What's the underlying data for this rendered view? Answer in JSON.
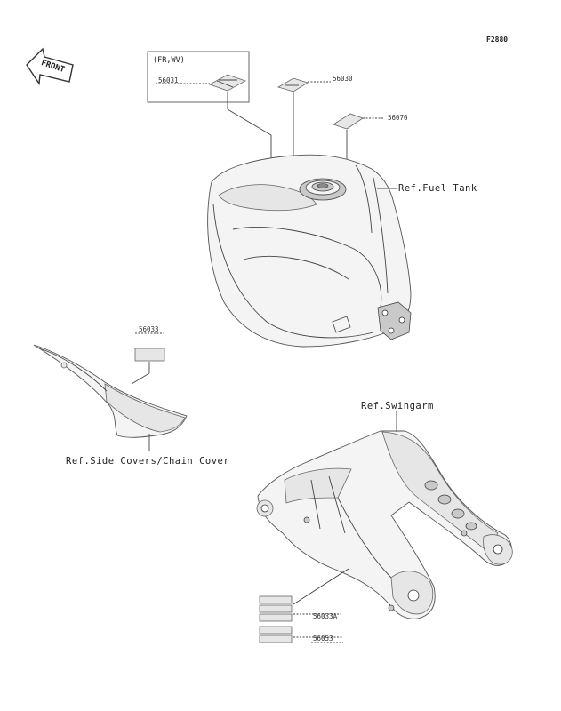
{
  "figure_code": "F2880",
  "front_label": "FRONT",
  "inset_label": "(FR,WV)",
  "refs": {
    "fuel_tank": "Ref.Fuel Tank",
    "swingarm": "Ref.Swingarm",
    "side_covers": "Ref.Side Covers/Chain Cover"
  },
  "parts": [
    {
      "number": "56031"
    },
    {
      "number": "56030"
    },
    {
      "number": "56070"
    },
    {
      "number": "56033"
    },
    {
      "number": "56033A"
    },
    {
      "number": "56053"
    }
  ]
}
